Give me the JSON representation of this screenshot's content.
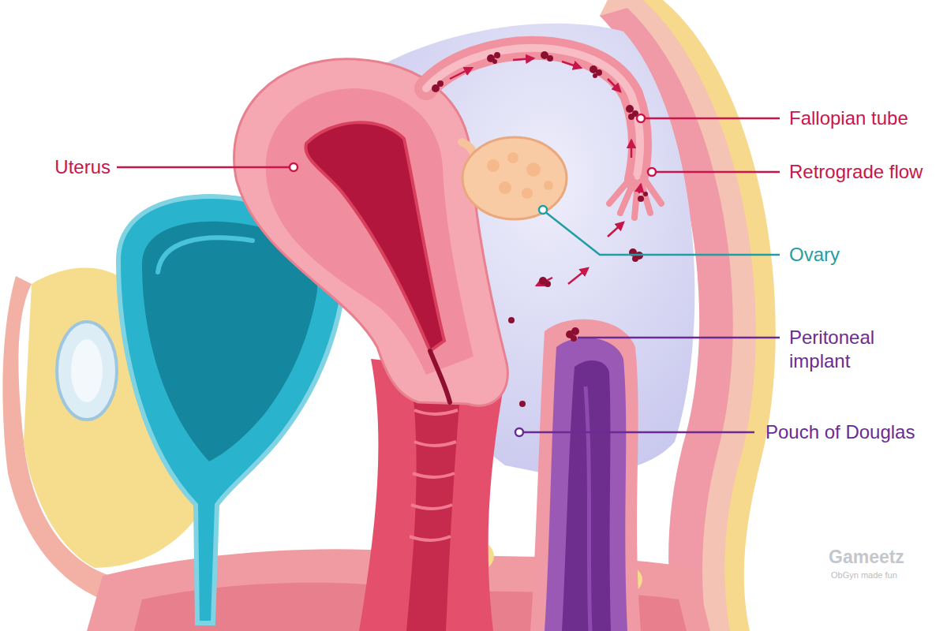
{
  "diagram": {
    "labels": [
      "Uterus",
      "Fallopian tube",
      "Retrograde flow",
      "Ovary",
      "Peritoneal implant",
      "Pouch of Douglas",
      "Gameetz",
      "ObGyn made fun"
    ]
  }
}
